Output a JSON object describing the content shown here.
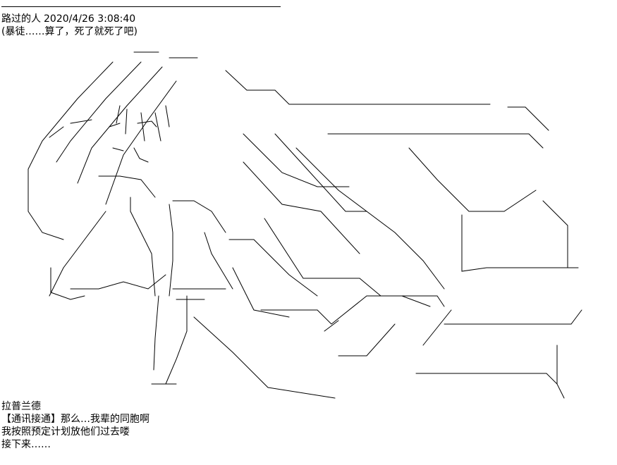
{
  "post": {
    "author": "路过的人",
    "timestamp": "2020/4/26 3:08:40",
    "subtitle": "(暴徒……算了，死了就死了吧)"
  },
  "dialogue": {
    "speaker": "拉普兰德",
    "lines": [
      "【通讯接通】那么…我辈的同胞啊",
      "我按照预定计划放他们过去喽",
      "接下来……"
    ]
  }
}
